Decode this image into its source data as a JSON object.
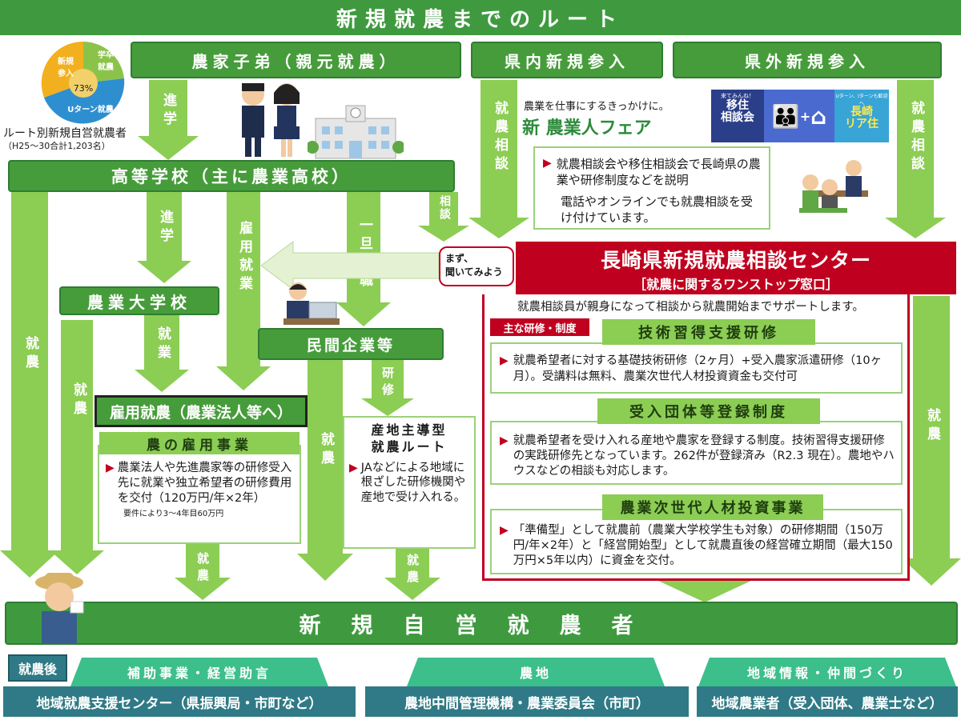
{
  "title": "新規就農までのルート",
  "pie": {
    "values": [
      {
        "label": "新規\n参入",
        "color": "#f2b01e"
      },
      {
        "label": "学卒\n就農",
        "color": "#8bc34a"
      },
      {
        "label": "Uターン就農",
        "color": "#2e8fd0"
      }
    ],
    "center_label": "73%",
    "caption": "ルート別新規自営就農者",
    "sub_caption": "（H25～30合計1,203名）"
  },
  "headers": {
    "farm_family": "農家子弟（親元就農）",
    "in_pref": "県内新規参入",
    "out_pref": "県外新規参入"
  },
  "schools": {
    "high_school": "高等学校（主に農業高校）",
    "agri_college": "農業大学校",
    "private_company": "民間企業等"
  },
  "arrow_labels": {
    "shingaku1": "進学",
    "shingaku2": "進学",
    "koyo_shugyo": "雇用就業",
    "ittan_shushoku": "一旦就職",
    "soudan_small": "相談",
    "shuno_soudan_left": "就農相談",
    "shuno_soudan_right": "就農相談",
    "shugyo": "就業",
    "kenshu": "研修",
    "shuno_left1": "就農",
    "shuno_left2": "就農",
    "shuno_company": "就農",
    "shuno_right": "就農",
    "shuno_bottom1": "就農",
    "shuno_bottom2": "就農"
  },
  "fair": {
    "tagline": "農業を仕事にするきっかけに。",
    "name": "新 農業人フェア",
    "migration_label": "移住\n相談会",
    "migration_small": "来てみんね！",
    "nagasaki_label": "長崎\nリア住",
    "nagasaki_small": "Uターン、Iターンも歓迎へ"
  },
  "consult_box": {
    "line1": "就農相談会や移住相談会で長崎県の農業や研修制度などを説明",
    "line2": "電話やオンラインでも就農相談を受け付けています。"
  },
  "center": {
    "bubble": "まず、\n聞いてみよう",
    "title": "長崎県新規就農相談センター",
    "subtitle": "［就農に関するワンストップ窓口］",
    "intro": "就農相談員が親身になって相談から就農開始までサポートします。",
    "main_tag": "主な研修・制度",
    "s1_title": "技術習得支援研修",
    "s1_text": "就農希望者に対する基礎技術研修（2ヶ月）+受入農家派遣研修（10ヶ月）。受講料は無料、農業次世代人材投資資金も交付可",
    "s2_title": "受入団体等登録制度",
    "s2_text": "就農希望者を受け入れる産地や農家を登録する制度。技術習得支援研修の実践研修先となっています。262件が登録済み（R2.3 現在）。農地やハウスなどの相談も対応します。",
    "s3_title": "農業次世代人材投資事業",
    "s3_text": "「準備型」として就農前（農業大学校学生も対象）の研修期間（150万円/年×2年）と「経営開始型」として就農直後の経営確立期間（最大150万円×5年以内）に資金を交付。"
  },
  "employment": {
    "title": "雇用就農（農業法人等へ）",
    "sub_title": "農の雇用事業",
    "text": "農業法人や先進農家等の研修受入先に就業や独立希望者の研修費用を交付（120万円/年×2年）",
    "note": "要件により3～4年目60万円"
  },
  "route": {
    "title": "産地主導型\n就農ルート",
    "text": "JAなどによる地域に根ざした研修機関や産地で受け入れる。"
  },
  "bottom": {
    "main": "新規自営就農者",
    "after": "就農後",
    "tab1": "補助事業・経営助言",
    "tab2": "農地",
    "tab3": "地域情報・仲間づくり",
    "box1": "地域就農支援センター（県振興局・市町など）",
    "box2": "農地中間管理機構・農業委員会（市町）",
    "box3": "地域農業者（受入団体、農業士など）"
  },
  "colors": {
    "green_dark": "#3f9a3f",
    "green_light": "#8ccd54",
    "red": "#c0001f",
    "teal": "#2f7a86"
  }
}
